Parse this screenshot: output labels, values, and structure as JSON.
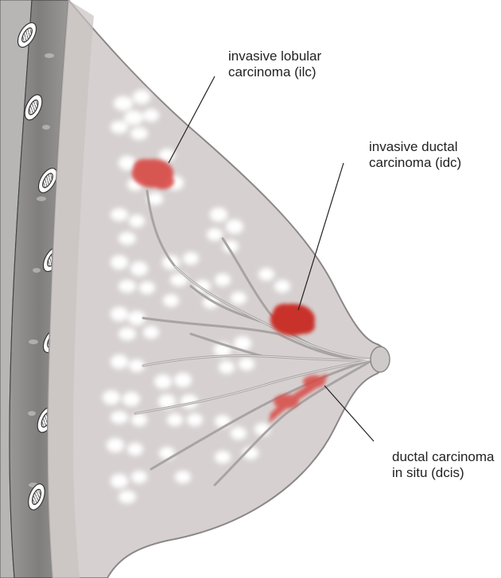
{
  "labels": {
    "ilc": {
      "line1": "invasive lobular",
      "line2": "carcinoma (ilc)"
    },
    "idc": {
      "line1": "invasive ductal",
      "line2": "carcinoma (idc)"
    },
    "dcis": {
      "line1": "ductal carcinoma",
      "line2": "in situ (dcis)"
    }
  },
  "colors": {
    "tissue": "#d6d1d0",
    "tissue_edge": "#8c8888",
    "wall": "#6e6c6c",
    "lobule": "#ffffff",
    "duct": "#a9a4a4",
    "tumor": "#d03a3a",
    "text": "#222222"
  }
}
